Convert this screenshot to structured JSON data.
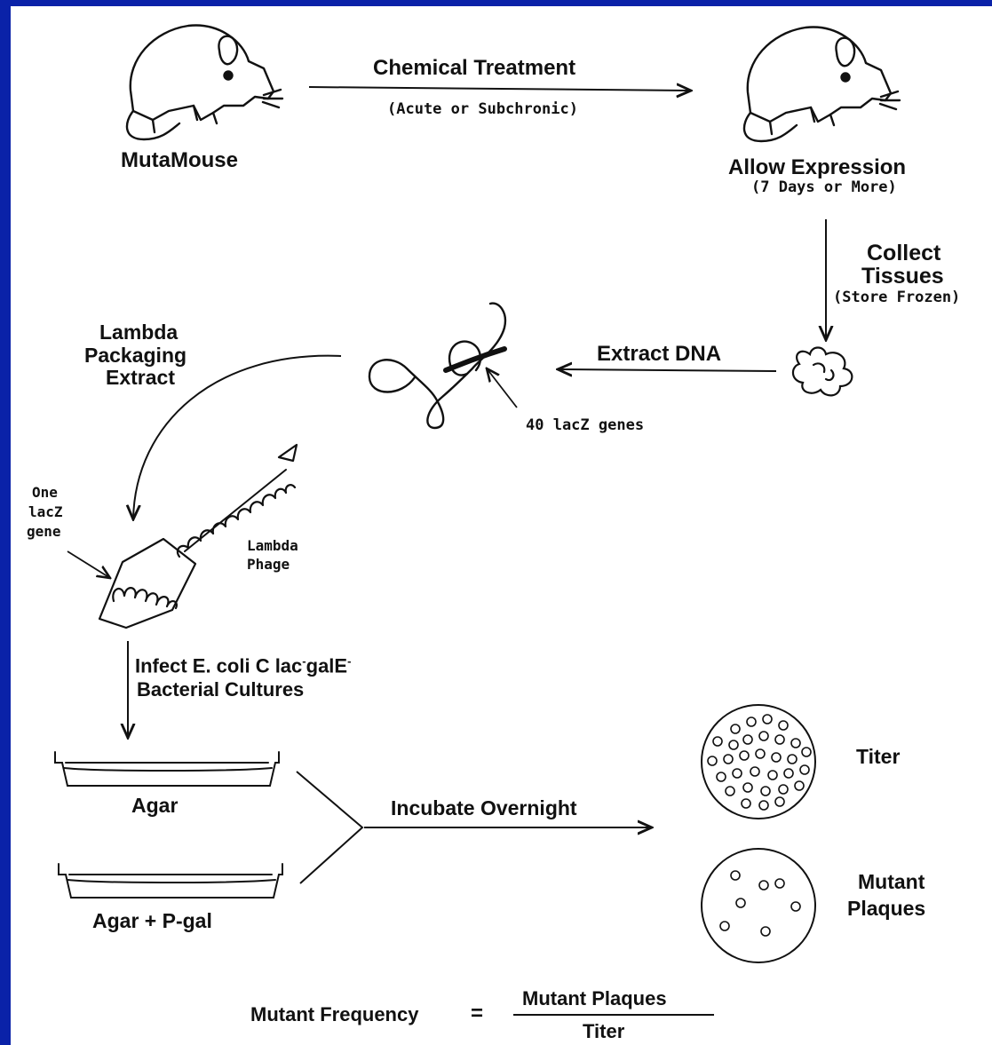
{
  "steps": {
    "mutamouse": "MutaMouse",
    "chemical_treatment": "Chemical  Treatment",
    "chemical_treatment_sub": "(Acute or Subchronic)",
    "allow_expression": "Allow  Expression",
    "allow_expression_sub": "(7 Days or More)",
    "collect_tissues_1": "Collect",
    "collect_tissues_2": "Tissues",
    "collect_tissues_sub": "(Store Frozen)",
    "extract_dna": "Extract DNA",
    "lacz_genes": "40 lacZ genes",
    "lambda_packaging_1": "Lambda",
    "lambda_packaging_2": "Packaging",
    "lambda_packaging_3": "Extract",
    "one_lacz_1": "One",
    "one_lacz_2": "lacZ",
    "one_lacz_3": "gene",
    "lambda_phage_1": "Lambda",
    "lambda_phage_2": "Phage",
    "infect_1": "Infect E. coli C lac",
    "infect_sup1": "-",
    "infect_2": "galE",
    "infect_sup2": "-",
    "infect_line2": "Bacterial Cultures",
    "agar": "Agar",
    "agar_pgal": "Agar  +  P-gal",
    "incubate": "Incubate Overnight",
    "titer": "Titer",
    "mutant_1": "Mutant",
    "mutant_2": "Plaques"
  },
  "formula": {
    "lhs": "Mutant Frequency",
    "equals": "=",
    "numerator": "Mutant Plaques",
    "denominator": "Titer"
  },
  "colors": {
    "frame": "#0a22a8",
    "ink": "#111111",
    "paper": "#ffffff"
  }
}
